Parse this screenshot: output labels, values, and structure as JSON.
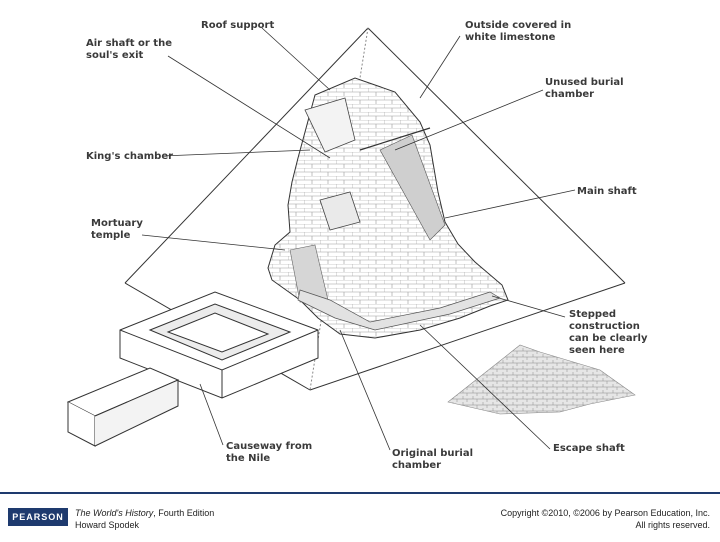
{
  "labels": {
    "roof_support": "Roof support",
    "outside_covered": "Outside covered in\nwhite limestone",
    "air_shaft": "Air shaft or the\nsoul's exit",
    "unused_chamber": "Unused burial\nchamber",
    "kings_chamber": "King's chamber",
    "main_shaft": "Main shaft",
    "mortuary_temple": "Mortuary\ntemple",
    "stepped_construction": "Stepped\nconstruction\ncan be clearly\nseen here",
    "causeway": "Causeway from\nthe Nile",
    "original_chamber": "Original burial\nchamber",
    "escape_shaft": "Escape shaft"
  },
  "footer": {
    "logo": "PEARSON",
    "book_title": "The World's History",
    "edition": ", Fourth Edition",
    "author": "Howard Spodek",
    "copyright": "Copyright ©2010, ©2006 by Pearson Education, Inc.",
    "rights": "All rights reserved."
  },
  "colors": {
    "brand": "#1e3a6e",
    "line": "#444444",
    "brick": "#9a9a9a",
    "shade": "#d6d6d6"
  }
}
